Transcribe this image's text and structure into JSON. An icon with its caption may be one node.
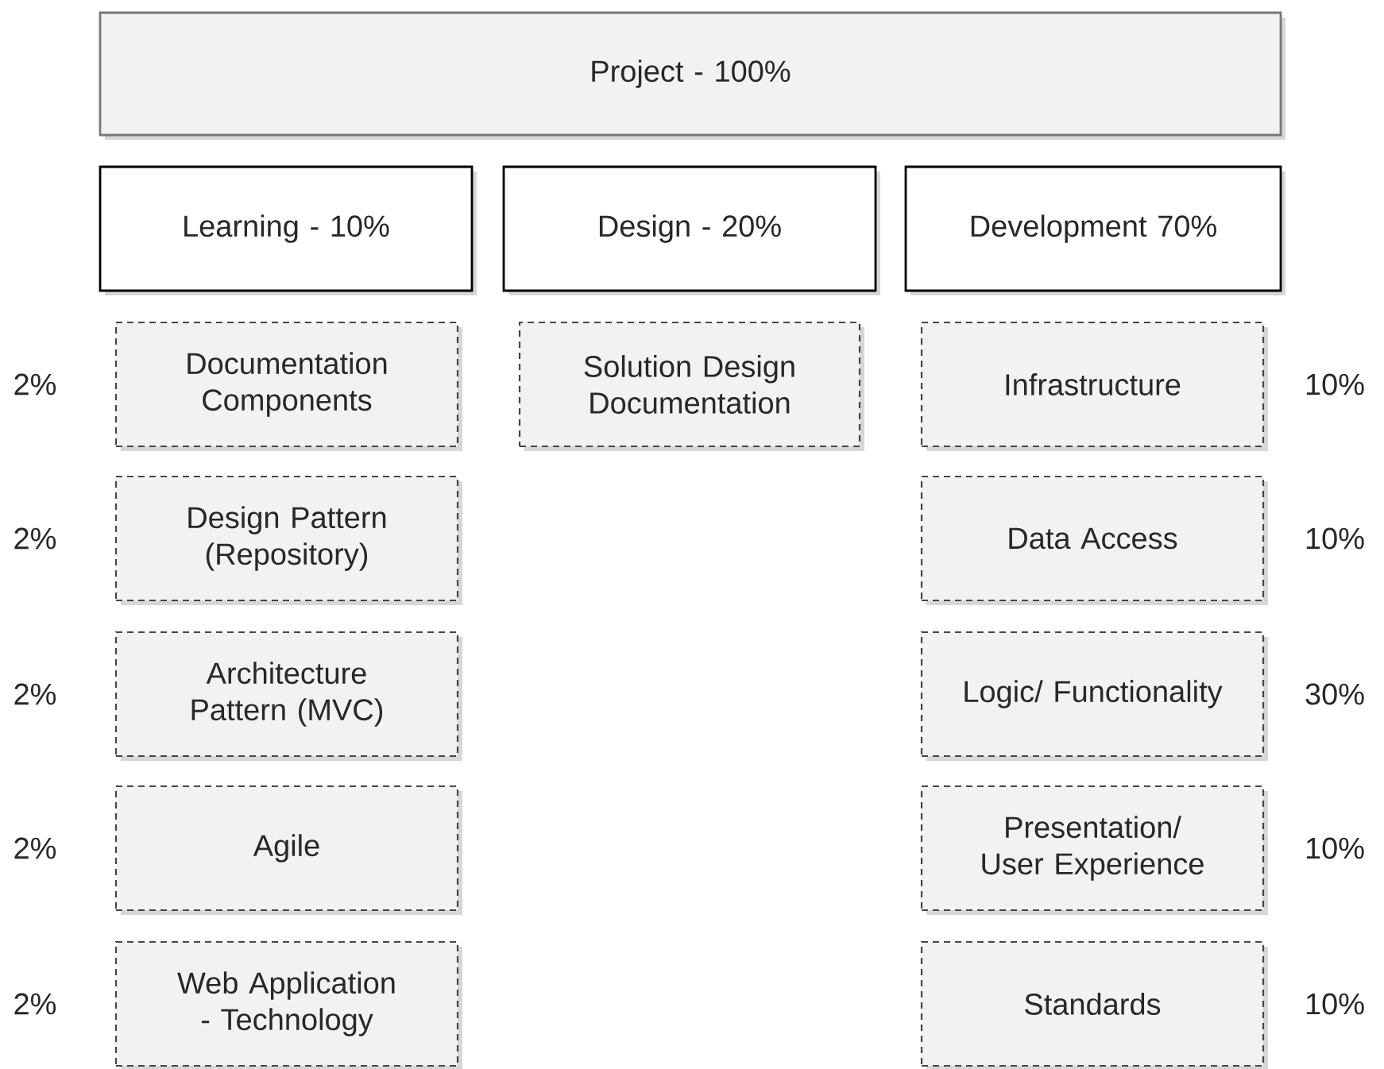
{
  "diagram": {
    "nodes": [
      {
        "text": [
          "Project - 100%"
        ]
      },
      {
        "text": [
          "Learning - 10%"
        ]
      },
      {
        "text": [
          "Design - 20%"
        ]
      },
      {
        "text": [
          "Development 70%"
        ]
      },
      {
        "text": [
          "Documentation Components"
        ],
        "beside": [
          "2%"
        ]
      },
      {
        "text": [
          "Solution Design Documentation"
        ]
      },
      {
        "text": [
          "Infrastructure"
        ],
        "beside": [
          "10%"
        ]
      },
      {
        "text": [
          "Design Pattern (Repository)"
        ],
        "beside": [
          "2%"
        ]
      },
      {
        "text": [
          "Data Access"
        ],
        "beside": [
          "10%"
        ]
      },
      {
        "text": [
          "Architecture Pattern (MVC)"
        ],
        "beside": [
          "2%"
        ]
      },
      {
        "text": [
          "Logic/ Functionality"
        ],
        "beside": [
          "30%"
        ]
      },
      {
        "text": [
          "Agile"
        ],
        "beside": [
          "2%"
        ]
      },
      {
        "text": [
          "Presentation/ User Experience"
        ],
        "beside": [
          "10%"
        ]
      },
      {
        "text": [
          "Web Application - Technology"
        ],
        "beside": [
          "2%"
        ]
      },
      {
        "text": [
          "Standards"
        ],
        "beside": [
          "10%"
        ]
      }
    ]
  }
}
